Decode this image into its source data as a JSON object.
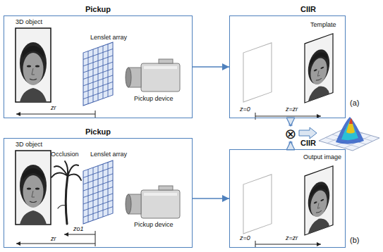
{
  "diagram": {
    "nodes": [
      {
        "text": [
          "Pickup"
        ]
      },
      {
        "text": [
          "CIIR"
        ]
      },
      {
        "text": [
          "⊗"
        ]
      },
      {
        "text": [
          "Pickup"
        ]
      },
      {
        "text": [
          "CIIR"
        ]
      }
    ],
    "edges": [
      {
        "from": 0,
        "to": 1,
        "arrow": "to"
      },
      {
        "from": 1,
        "to": 2,
        "arrow": "to"
      },
      {
        "from": 3,
        "to": 4,
        "arrow": "to"
      },
      {
        "from": 4,
        "to": 2,
        "arrow": "to"
      }
    ],
    "labels": [
      "3D object",
      "Lenslet array",
      "Pickup device",
      "zr",
      "Template",
      "z=0",
      "z=zr",
      "(a)",
      "3D object",
      "Occlusion",
      "Lenslet array",
      "Pickup device",
      "zo1",
      "zr",
      "Output image",
      "z=0",
      "z=zr",
      "(b)"
    ]
  }
}
